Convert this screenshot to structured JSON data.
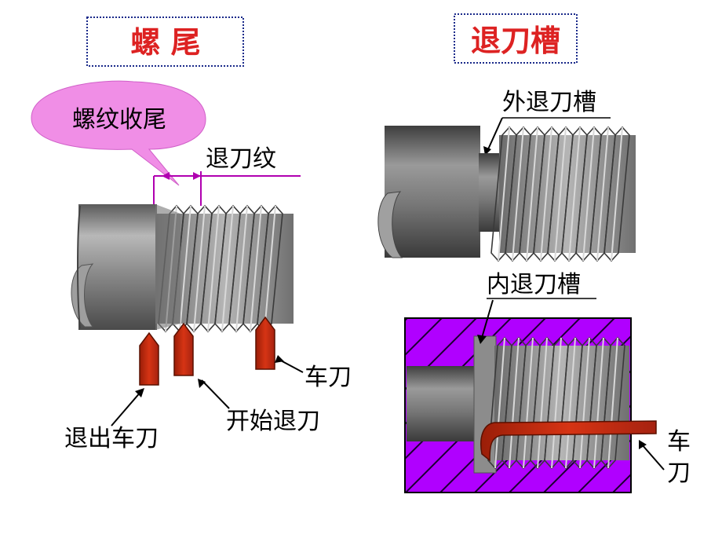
{
  "titles": {
    "left": "螺 尾",
    "right": "退刀槽"
  },
  "labels": {
    "callout": "螺纹收尾",
    "runout_thread": "退刀纹",
    "tool_left": "车刀",
    "start_retract": "开始退刀",
    "exit_tool": "退出车刀",
    "outer_groove": "外退刀槽",
    "inner_groove": "内退刀槽",
    "tool_right_1": "车",
    "tool_right_2": "刀"
  },
  "colors": {
    "title_text": "#dd2222",
    "title_border": "#1a2a8a",
    "callout_fill": "#f08ee6",
    "dim_line": "#b000b0",
    "tool": "#c02a10",
    "section_hatch": "#b000ff",
    "metal": "#8a8a8a"
  }
}
